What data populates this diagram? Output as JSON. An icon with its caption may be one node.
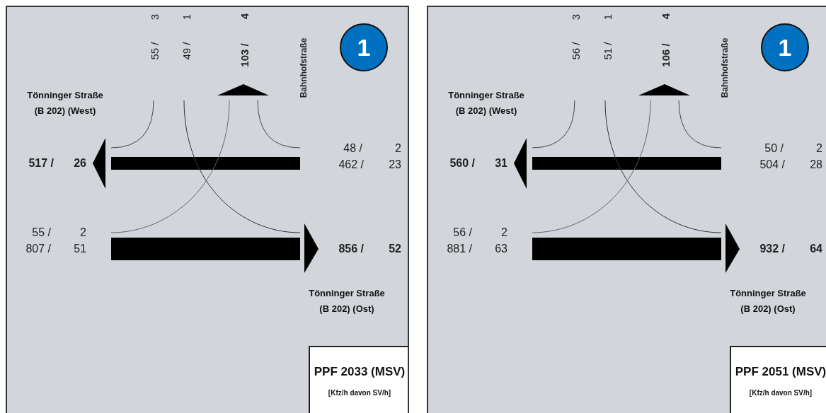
{
  "diagram": {
    "nodes": [
      {
        "text": [],
        "shape": "box"
      },
      {
        "text": [
          "1"
        ],
        "in": 0
      },
      {
        "text": [
          "PPF 2033 (MSV)",
          "[Kfz/h davon SV/h]"
        ],
        "in": 0
      },
      {
        "text": [],
        "shape": "box"
      },
      {
        "text": [
          "1"
        ],
        "in": 3
      },
      {
        "text": [
          "PPF 2051 (MSV)",
          "[Kfz/h davon SV/h]"
        ],
        "in": 3
      }
    ],
    "labels": [
      "Tönninger Straße (B 202) (West)",
      "55 /",
      "3",
      "49 /",
      "1",
      "103 /",
      "4",
      "Bahnhofstraße",
      "517 /",
      "26",
      "48 /",
      "2",
      "462 /",
      "23",
      "55 /",
      "2",
      "807 /",
      "51",
      "856 /",
      "52",
      "Tönninger Straße (B 202) (Ost)",
      "Tönninger Straße (B 202) (West)",
      "56 /",
      "3",
      "51 /",
      "1",
      "106 /",
      "4",
      "Bahnhofstraße",
      "560 /",
      "31",
      "50 /",
      "2",
      "504 /",
      "28",
      "56 /",
      "2",
      "881 /",
      "63",
      "932 /",
      "64",
      "Tönninger Straße (B 202) (Ost)"
    ]
  }
}
